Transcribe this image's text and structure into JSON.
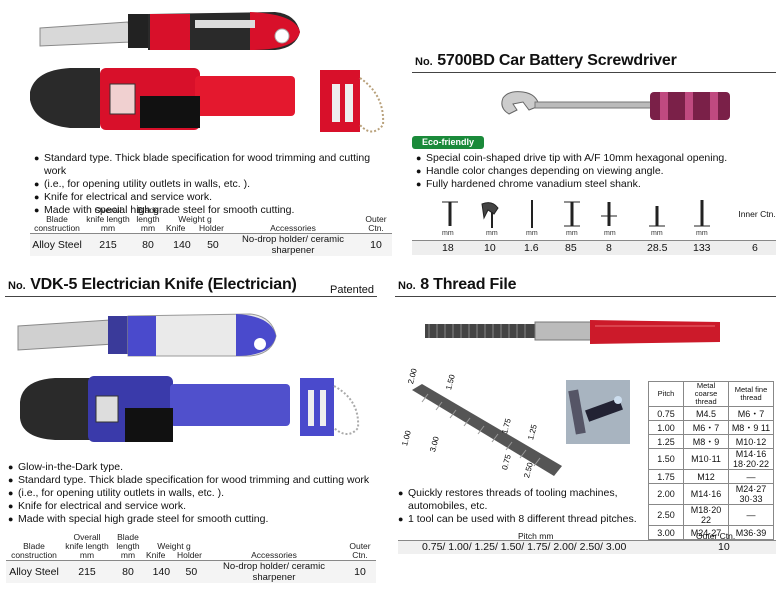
{
  "top_knife": {
    "bullets": [
      "Standard type. Thick blade specification for wood trimming and cutting work",
      "(i.e., for opening utility outlets in walls, etc. ).",
      "Knife for electrical and service work.",
      "Made with special high grade steel for smooth cutting."
    ],
    "headers": [
      "Blade construction",
      "Overall knife length mm",
      "Blade length mm",
      "Weight g",
      "Accessories",
      "Outer Ctn."
    ],
    "weight_sub": [
      "Knife",
      "Holder"
    ],
    "values": [
      "Alloy Steel",
      "215",
      "80",
      "140",
      "50",
      "No-drop holder/ ceramic sharpener",
      "10"
    ]
  },
  "vdk": {
    "no_label": "No.",
    "title": "VDK-5 Electrician Knife (Electrician)",
    "patented": "Patented",
    "bullets": [
      "Glow-in-the-Dark type.",
      "Standard type. Thick blade specification for wood trimming and cutting work",
      "(i.e., for opening utility outlets in walls, etc. ).",
      "Knife for electrical and service work.",
      "Made with special high grade steel for smooth cutting."
    ],
    "headers": [
      "Blade construction",
      "Overall knife length mm",
      "Blade length mm",
      "Weight g",
      "Accessories",
      "Outer Ctn."
    ],
    "weight_sub": [
      "Knife",
      "Holder"
    ],
    "values": [
      "Alloy Steel",
      "215",
      "80",
      "140",
      "50",
      "No-drop holder/ ceramic sharpener",
      "10"
    ]
  },
  "screwdriver": {
    "no_label": "No.",
    "title": "5700BD Car Battery Screwdriver",
    "eco_badge": "Eco-friendly",
    "bullets": [
      "Special coin-shaped drive tip with A/F 10mm hexagonal opening.",
      "Handle color changes depending on viewing angle.",
      "Fully hardened chrome vanadium steel shank."
    ],
    "dims": [
      {
        "unit": "mm",
        "value": "18"
      },
      {
        "unit": "mm",
        "value": "10"
      },
      {
        "unit": "mm",
        "value": "1.6"
      },
      {
        "unit": "mm",
        "value": "85"
      },
      {
        "unit": "mm",
        "value": "8"
      },
      {
        "unit": "mm",
        "value": "28.5"
      },
      {
        "unit": "mm",
        "value": "133"
      }
    ],
    "inner_ctn_label": "Inner Ctn.",
    "inner_ctn_value": "6"
  },
  "thread_file": {
    "no_label": "No.",
    "title": "8 Thread File",
    "pitch_labels": [
      "2.00",
      "1.50",
      "1.00",
      "3.00",
      "1.75",
      "1.25",
      "0.75",
      "2.50"
    ],
    "bullets": [
      "Quickly restores threads of tooling machines, automobiles, etc.",
      "1 tool can be used with 8 different thread pitches."
    ],
    "pitch_table": {
      "headers": [
        "Pitch",
        "Metal coarse thread",
        "Metal fine thread"
      ],
      "rows": [
        [
          "0.75",
          "M4.5",
          "M6・7"
        ],
        [
          "1.00",
          "M6・7",
          "M8・9 11"
        ],
        [
          "1.25",
          "M8・9",
          "M10·12"
        ],
        [
          "1.50",
          "M10·11",
          "M14·16 18·20·22"
        ],
        [
          "1.75",
          "M12",
          "—"
        ],
        [
          "2.00",
          "M14·16",
          "M24·27 30·33"
        ],
        [
          "2.50",
          "M18·20 22",
          "—"
        ],
        [
          "3.00",
          "M24·27",
          "M36·39"
        ]
      ]
    },
    "bottom_headers": [
      "Pitch mm",
      "Outer Ctn."
    ],
    "bottom_values": [
      "0.75/ 1.00/ 1.25/ 1.50/ 1.75/ 2.00/ 2.50/ 3.00",
      "10"
    ]
  }
}
